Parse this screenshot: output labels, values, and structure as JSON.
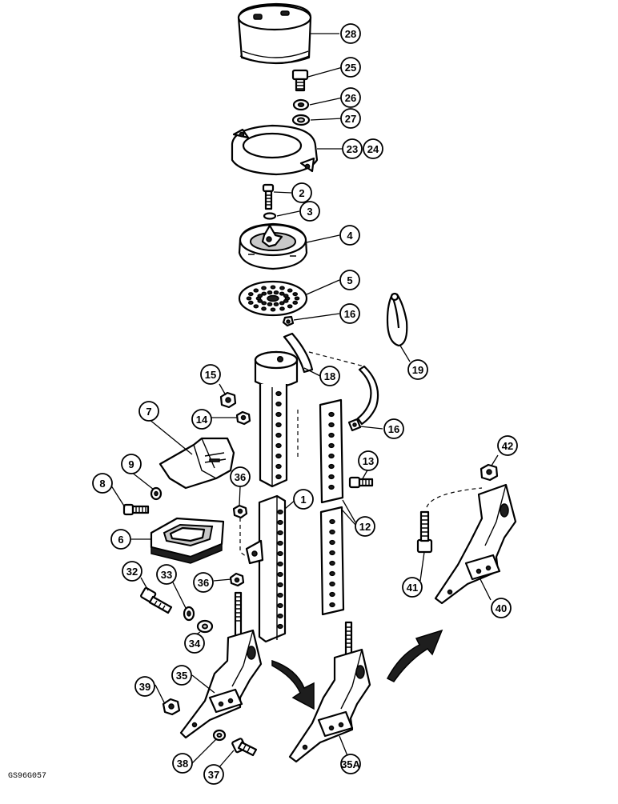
{
  "figure": {
    "reference_code": "GS96G057",
    "callouts": [
      "28",
      "25",
      "26",
      "27",
      "23",
      "24",
      "2",
      "3",
      "4",
      "5",
      "16",
      "19",
      "18",
      "15",
      "14",
      "7",
      "16",
      "9",
      "8",
      "13",
      "36",
      "1",
      "12",
      "42",
      "6",
      "32",
      "33",
      "36",
      "34",
      "41",
      "40",
      "35",
      "39",
      "38",
      "37",
      "35A"
    ]
  }
}
